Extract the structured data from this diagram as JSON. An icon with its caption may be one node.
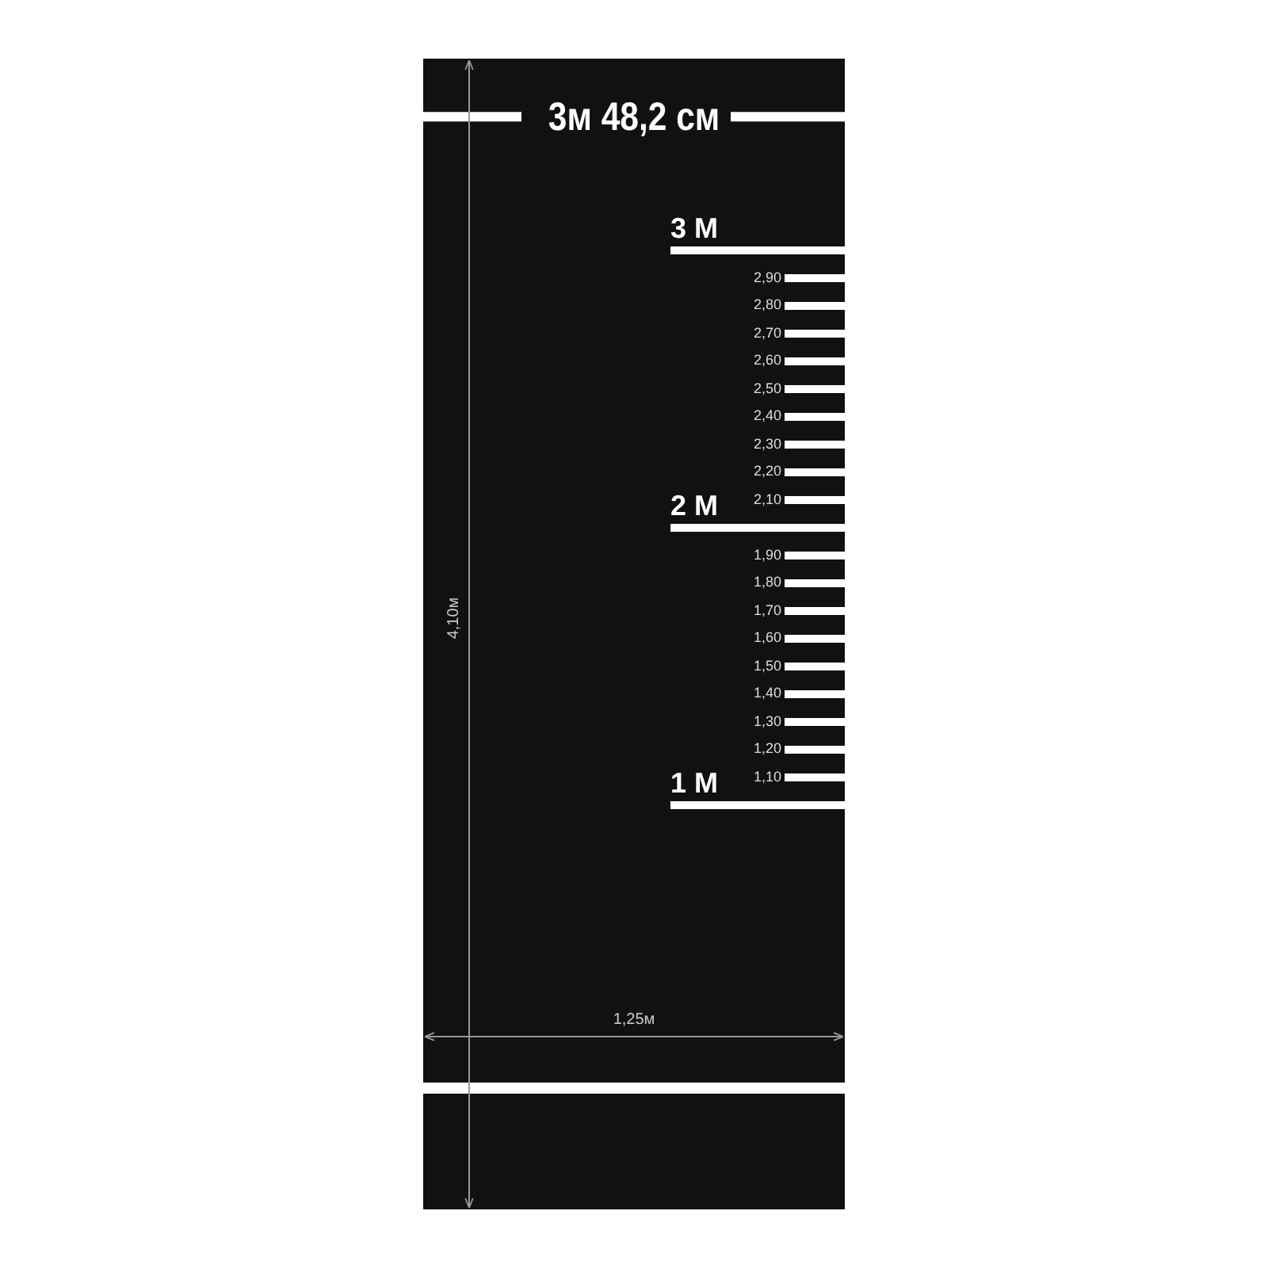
{
  "diagram": {
    "labels": [
      "3м 48,2 см",
      "3 М",
      "2,90",
      "2,80",
      "2,70",
      "2,60",
      "2,50",
      "2,40",
      "2,30",
      "2,20",
      "2,10",
      "2 М",
      "1,90",
      "1,80",
      "1,70",
      "1,60",
      "1,50",
      "1,40",
      "1,30",
      "1,20",
      "1,10",
      "1 М",
      "4,10м",
      "1,25м"
    ]
  }
}
